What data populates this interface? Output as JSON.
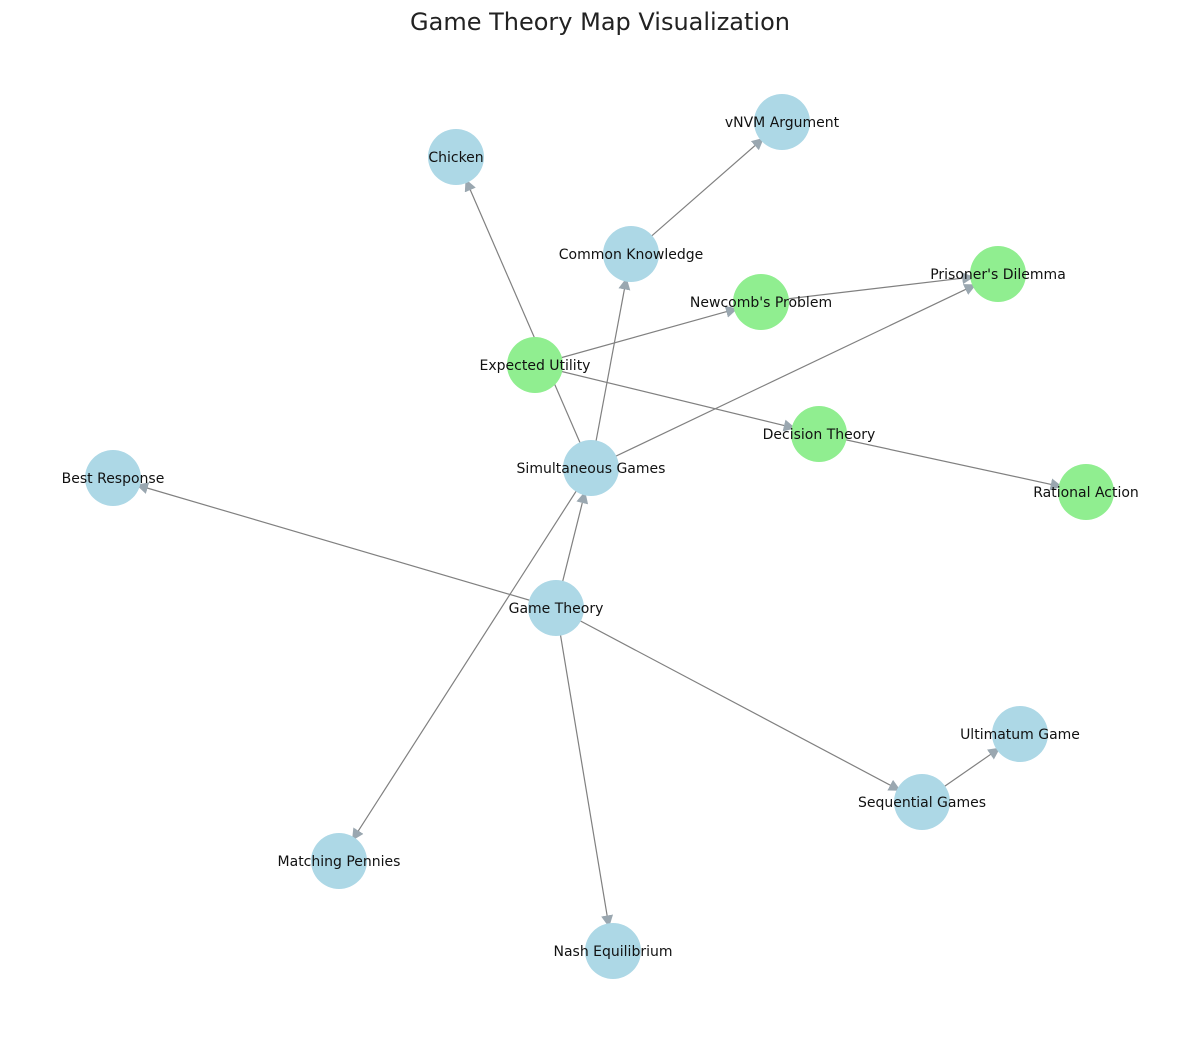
{
  "title": "Game Theory Map Visualization",
  "colors": {
    "node_default": "#add8e6",
    "node_highlight": "#90ee90",
    "edge": "#808080",
    "background": "#ffffff"
  },
  "nodes": [
    {
      "id": "vnvm",
      "label": "vNVM Argument",
      "group": "default"
    },
    {
      "id": "chicken",
      "label": "Chicken",
      "group": "default"
    },
    {
      "id": "common_knowledge",
      "label": "Common Knowledge",
      "group": "default"
    },
    {
      "id": "prisoners_dilemma",
      "label": "Prisoner's Dilemma",
      "group": "highlight"
    },
    {
      "id": "newcomb",
      "label": "Newcomb's Problem",
      "group": "highlight"
    },
    {
      "id": "expected_utility",
      "label": "Expected Utility",
      "group": "highlight"
    },
    {
      "id": "decision_theory",
      "label": "Decision Theory",
      "group": "highlight"
    },
    {
      "id": "best_response",
      "label": "Best Response",
      "group": "default"
    },
    {
      "id": "simultaneous_games",
      "label": "Simultaneous Games",
      "group": "default"
    },
    {
      "id": "rational_action",
      "label": "Rational Action",
      "group": "highlight"
    },
    {
      "id": "game_theory",
      "label": "Game Theory",
      "group": "default"
    },
    {
      "id": "ultimatum_game",
      "label": "Ultimatum Game",
      "group": "default"
    },
    {
      "id": "sequential_games",
      "label": "Sequential Games",
      "group": "default"
    },
    {
      "id": "matching_pennies",
      "label": "Matching Pennies",
      "group": "default"
    },
    {
      "id": "nash_equilibrium",
      "label": "Nash Equilibrium",
      "group": "default"
    }
  ],
  "edges": [
    {
      "from": "common_knowledge",
      "to": "vnvm"
    },
    {
      "from": "simultaneous_games",
      "to": "chicken"
    },
    {
      "from": "simultaneous_games",
      "to": "common_knowledge"
    },
    {
      "from": "simultaneous_games",
      "to": "prisoners_dilemma"
    },
    {
      "from": "expected_utility",
      "to": "newcomb"
    },
    {
      "from": "newcomb",
      "to": "prisoners_dilemma"
    },
    {
      "from": "expected_utility",
      "to": "decision_theory"
    },
    {
      "from": "decision_theory",
      "to": "rational_action"
    },
    {
      "from": "simultaneous_games",
      "to": "matching_pennies"
    },
    {
      "from": "game_theory",
      "to": "simultaneous_games"
    },
    {
      "from": "game_theory",
      "to": "best_response"
    },
    {
      "from": "game_theory",
      "to": "sequential_games"
    },
    {
      "from": "game_theory",
      "to": "nash_equilibrium"
    },
    {
      "from": "sequential_games",
      "to": "ultimatum_game"
    }
  ]
}
